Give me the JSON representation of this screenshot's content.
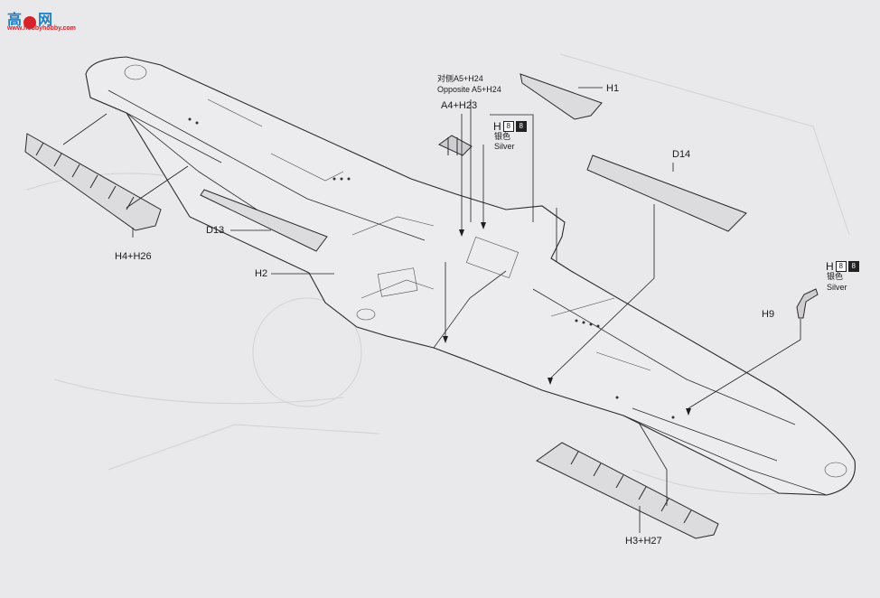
{
  "logo": {
    "char1": "高",
    "char2": "网",
    "url": "www.hobbyhobby.com"
  },
  "labels": {
    "opposite_cn": "对侧A5+H24",
    "opposite_en": "Opposite A5+H24",
    "a4_h23": "A4+H23",
    "h1": "H1",
    "d14": "D14",
    "d13": "D13",
    "h2": "H2",
    "h4_h26": "H4+H26",
    "h9": "H9",
    "h3_h27": "H3+H27"
  },
  "paint_top": {
    "letter": "H",
    "n1": "8",
    "n2": "8",
    "cn": "银色",
    "en": "Silver"
  },
  "paint_right": {
    "letter": "H",
    "n1": "8",
    "n2": "8",
    "cn": "银色",
    "en": "Silver"
  }
}
